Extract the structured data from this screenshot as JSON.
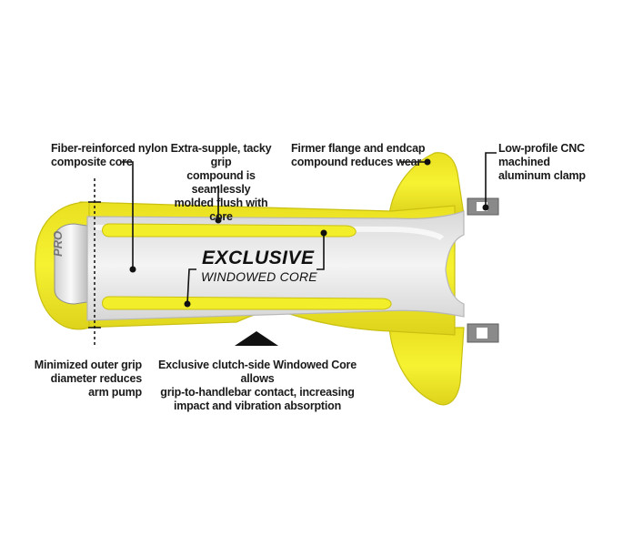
{
  "brand_logo_text": "PRO",
  "headline": {
    "line1": "EXCLUSIVE",
    "line2": "WINDOWED CORE"
  },
  "callouts": {
    "core": "Fiber-reinforced nylon\ncomposite core",
    "compound": "Extra-supple, tacky grip\ncompound is seamlessly\nmolded flush with core",
    "flange": "Firmer flange and endcap\ncompound reduces wear",
    "clamp": "Low-profile CNC machined\naluminum clamp",
    "diameter": "Minimized outer grip\ndiameter reduces\narm pump",
    "windowed": "Exclusive clutch-side Windowed Core allows\ngrip-to-handlebar contact, increasing\nimpact and vibration absorption"
  },
  "colors": {
    "grip_yellow": "#f3ee2a",
    "grip_shadow": "#cfc615",
    "core_gray": "#e7e7e7",
    "clamp_gray": "#8a8a8a",
    "ink": "#111111"
  }
}
